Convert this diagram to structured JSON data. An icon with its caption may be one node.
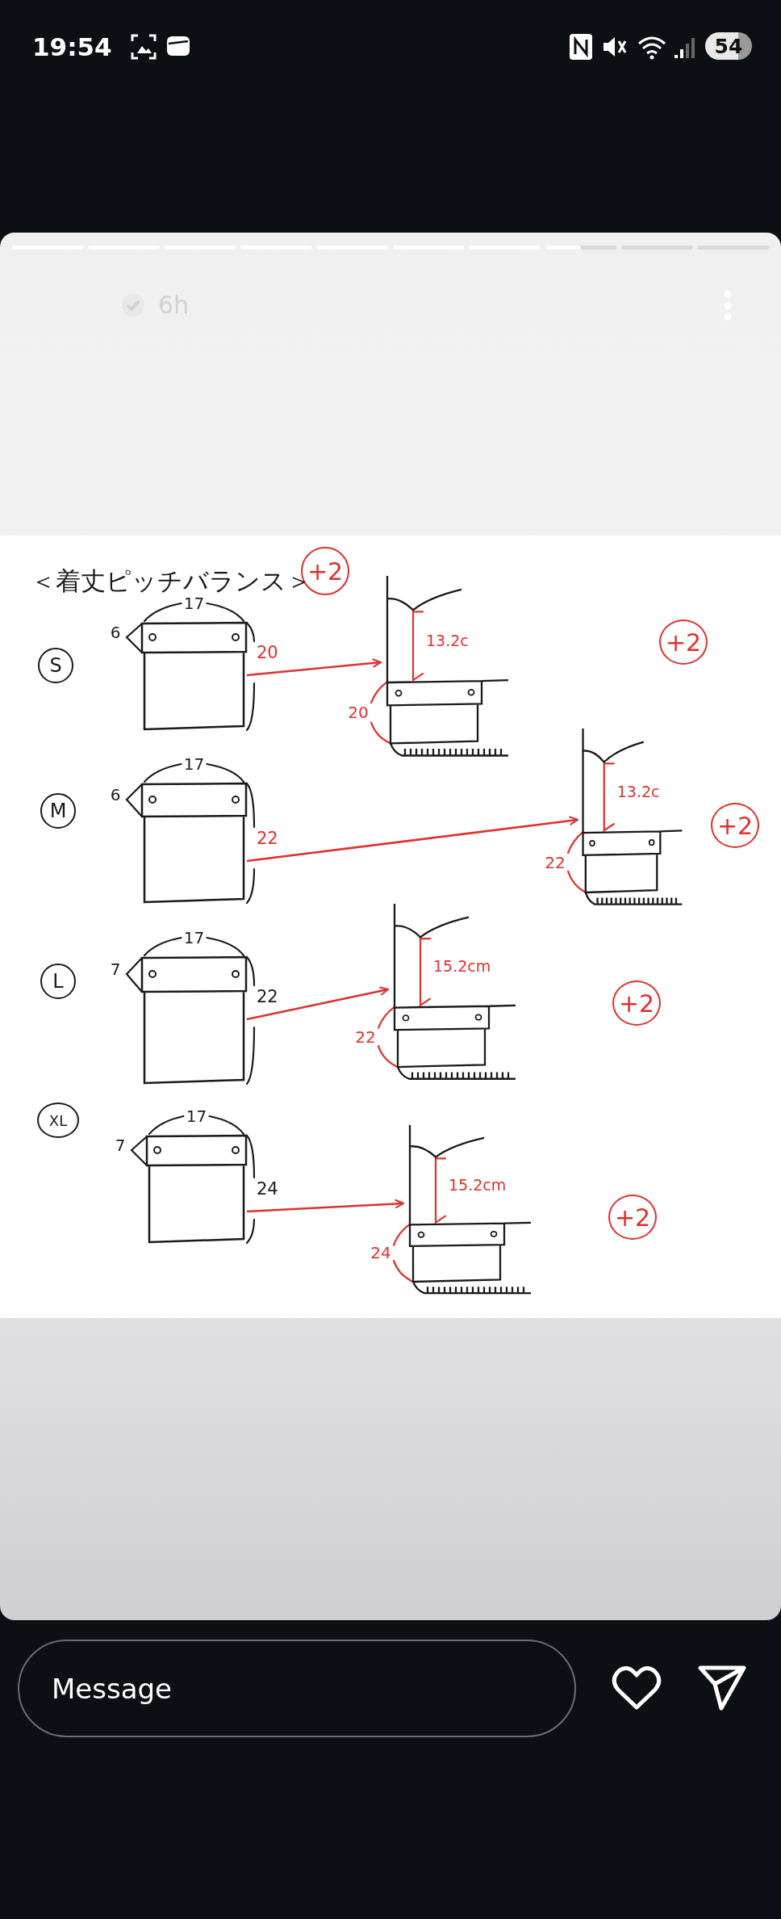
{
  "diagram": {
    "title": "＜着丈ピッチバランス＞",
    "nodes": [
      {
        "text": [
          "+2"
        ]
      },
      {
        "text": [
          "S"
        ]
      },
      {
        "text": [],
        "shape": "picture"
      },
      {
        "text": [],
        "shape": "picture"
      },
      {
        "text": [
          "+2"
        ]
      },
      {
        "text": [
          "M"
        ]
      },
      {
        "text": [],
        "shape": "picture"
      },
      {
        "text": [],
        "shape": "picture"
      },
      {
        "text": [
          "+2"
        ]
      },
      {
        "text": [
          "L"
        ]
      },
      {
        "text": [],
        "shape": "picture"
      },
      {
        "text": [],
        "shape": "picture"
      },
      {
        "text": [
          "+2"
        ]
      },
      {
        "text": [
          "XL"
        ]
      },
      {
        "text": [],
        "shape": "picture"
      },
      {
        "text": [],
        "shape": "picture"
      },
      {
        "text": [
          "+2"
        ]
      }
    ],
    "edges": [
      {
        "from": 2,
        "to": 3,
        "arrow": "to"
      },
      {
        "from": 6,
        "to": 7,
        "arrow": "to"
      },
      {
        "from": 10,
        "to": 11,
        "arrow": "to"
      },
      {
        "from": 14,
        "to": 15,
        "arrow": "to"
      }
    ],
    "labels": [
      "19:54",
      "54",
      "6h",
      "17",
      "6",
      "20",
      "13.2c",
      "20",
      "17",
      "6",
      "22",
      "13.2c",
      "22",
      "17",
      "7",
      "22",
      "15.2cm",
      "22",
      "17",
      "7",
      "24",
      "15.2cm",
      "24",
      "Message"
    ]
  }
}
